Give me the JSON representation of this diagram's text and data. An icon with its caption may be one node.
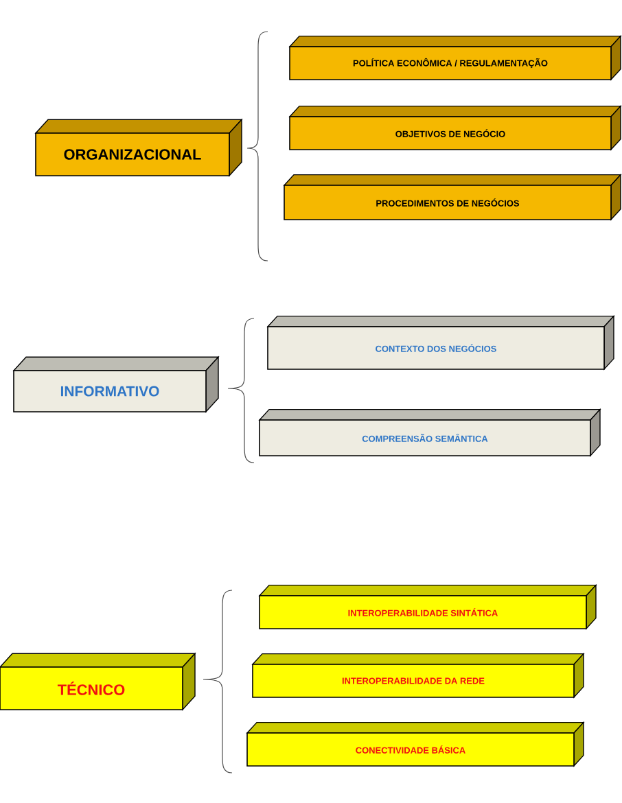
{
  "diagram": {
    "nodes": [
      {
        "text": [
          "ORGANIZACIONAL"
        ]
      },
      {
        "text": [
          "POLÍTICA ECONÔMICA / REGULAMENTAÇÃO"
        ]
      },
      {
        "text": [
          "OBJETIVOS DE NEGÓCIO"
        ]
      },
      {
        "text": [
          "PROCEDIMENTOS DE NEGÓCIOS"
        ]
      },
      {
        "text": [
          "INFORMATIVO"
        ]
      },
      {
        "text": [
          "CONTEXTO DOS NEGÓCIOS"
        ]
      },
      {
        "text": [
          "COMPREENSÃO SEMÂNTICA"
        ]
      },
      {
        "text": [
          "TÉCNICO"
        ]
      },
      {
        "text": [
          "INTEROPERABILIDADE SINTÁTICA"
        ]
      },
      {
        "text": [
          "INTEROPERABILIDADE DA REDE"
        ]
      },
      {
        "text": [
          "CONECTIVIDADE BÁSICA"
        ]
      }
    ]
  }
}
